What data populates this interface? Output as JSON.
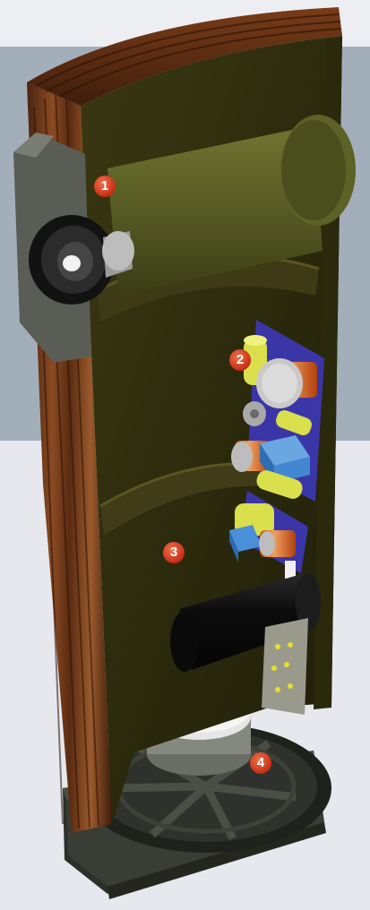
{
  "illustration": {
    "subject": "speaker-cutaway",
    "colors": {
      "background": "#e8e9ee",
      "blue_band": "#9ba8b5",
      "wood_dark": "#3e1d0b",
      "wood_mid": "#6b3416",
      "wood_light": "#9a5a2c",
      "interior": "#2c2a0e",
      "tube": "#565a24",
      "pcb": "#3b36a8",
      "marker": "#d4331b",
      "base": "#3a3d36"
    }
  },
  "markers": [
    {
      "label": "1"
    },
    {
      "label": "2"
    },
    {
      "label": "3"
    },
    {
      "label": "4"
    }
  ]
}
